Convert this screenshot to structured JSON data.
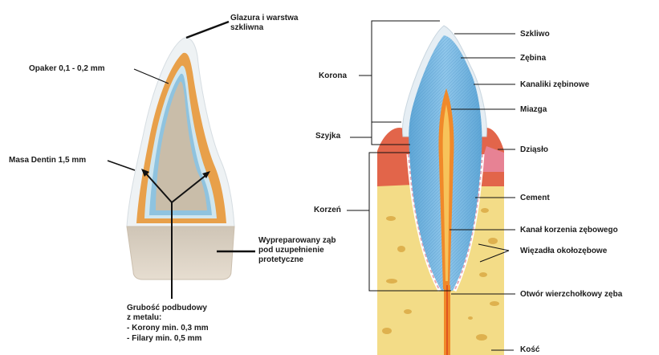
{
  "left_figure": {
    "labels": {
      "glaze": "Glazura i warstwa szkliwna",
      "opaque": "Opaker 0,1 - 0,2 mm",
      "dentin_mass": "Masa Dentin 1,5 mm",
      "prepared_tooth": "Wypreparowany ząb pod uzupełnienie protetyczne",
      "framework_title": "Grubość podbudowy z metalu:",
      "framework_items": [
        "- Korony min. 0,3 mm",
        "- Filary min. 0,5 mm"
      ]
    }
  },
  "right_figure": {
    "bracket_labels": {
      "crown": "Korona",
      "neck": "Szyjka",
      "root": "Korzeń"
    },
    "labels": {
      "enamel": "Szkliwo",
      "dentin": "Zębina",
      "dentinal_tubules": "Kanaliki zębinowe",
      "pulp": "Miazga",
      "gum": "Dziąsło",
      "cement": "Cement",
      "root_canal": "Kanał korzenia zębowego",
      "periodontal_ligaments": "Więzadła okołozębowe",
      "apical_foramen": "Otwór wierzchołkowy zęba",
      "bone": "Kość"
    }
  },
  "colors": {
    "enamel_blue": "#9fcfea",
    "dentin_blue": "#6fb2de",
    "pulp_orange": "#f0892a",
    "gum_red": "#e2654a",
    "bone_yellow": "#f3dc87",
    "bone_spot": "#d9a740",
    "porcelain_orange": "#e9a24e",
    "prepared_gray": "#d8cdbd"
  }
}
